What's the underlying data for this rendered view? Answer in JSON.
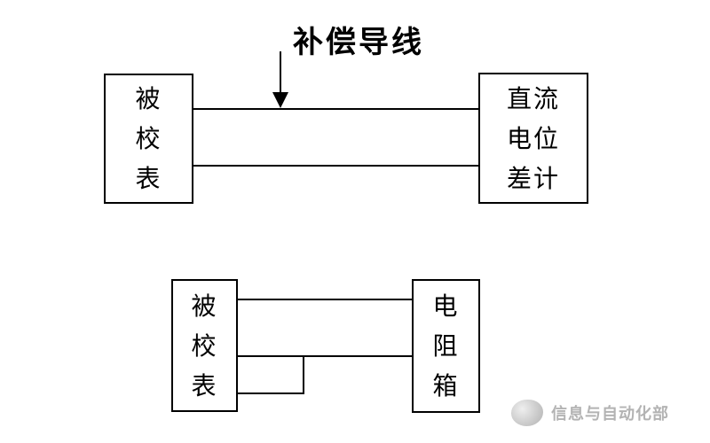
{
  "title": {
    "text": "补偿导线"
  },
  "top_diagram": {
    "left_box": {
      "label": "被校表",
      "lines": [
        "被",
        "校",
        "表"
      ]
    },
    "right_box": {
      "label": "直流电位差计",
      "lines": [
        "直流",
        "电位",
        "差计"
      ]
    }
  },
  "bottom_diagram": {
    "left_box": {
      "label": "被校表",
      "lines": [
        "被",
        "校",
        "表"
      ]
    },
    "right_box": {
      "label": "电阻箱",
      "lines": [
        "电",
        "阻",
        "箱"
      ]
    }
  },
  "watermark": {
    "text": "信息与自动化部",
    "logo_icon": "department-emblem-icon"
  },
  "colors": {
    "line": "#000000",
    "background": "#ffffff",
    "watermark_text": "#b3b3b3"
  }
}
